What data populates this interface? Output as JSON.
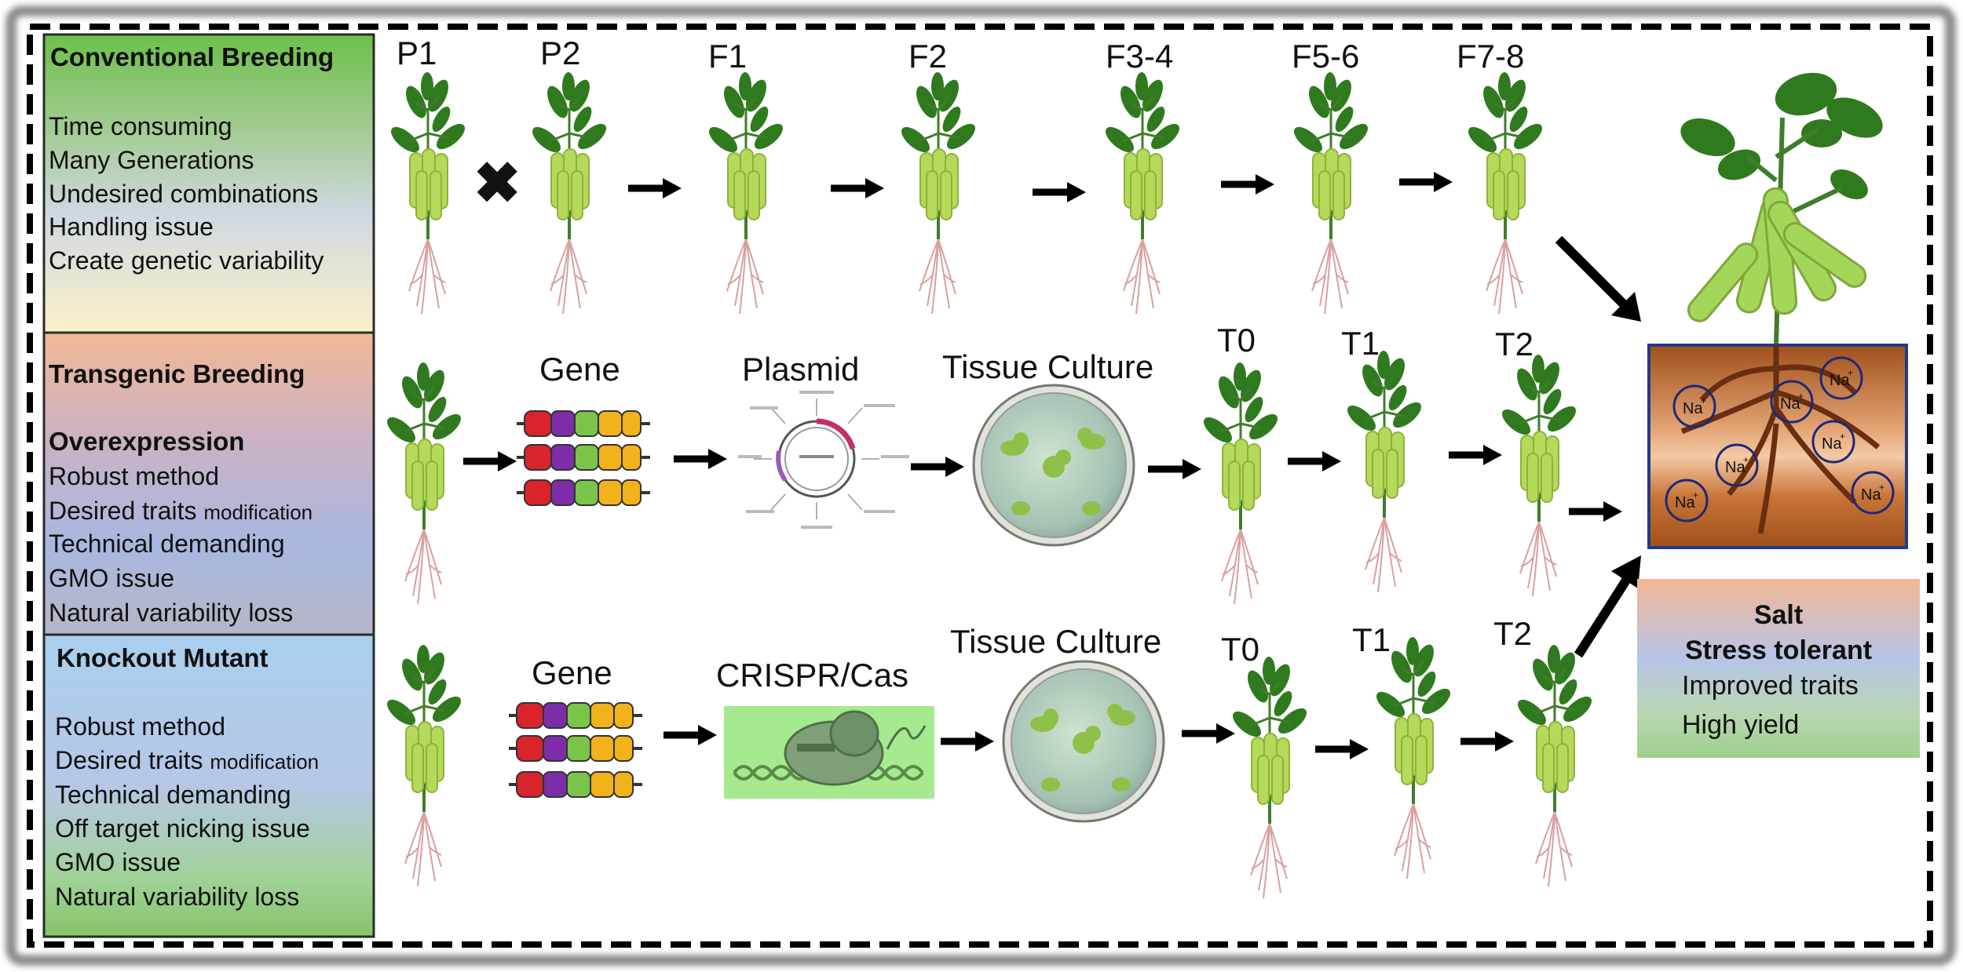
{
  "left_panels": [
    {
      "title": "Conventional Breeding",
      "items": [
        "Time  consuming",
        "Many Generations",
        "Undesired combinations",
        "Handling issue",
        "Create genetic variability"
      ]
    },
    {
      "title": "Transgenic Breeding",
      "subtitle": "Overexpression",
      "items": [
        "Robust method",
        "Desired traits",
        "Technical demanding",
        "GMO  issue",
        "Natural variability loss"
      ],
      "item_suffix": "modification"
    },
    {
      "title": "Knockout Mutant",
      "items": [
        "Robust method",
        "Desired traits",
        "Technical demanding",
        "Off target nicking issue",
        "GMO  issue",
        "Natural variability loss"
      ],
      "item_suffix": "modification"
    }
  ],
  "row1": {
    "labels": [
      "P1",
      "P2",
      "F1",
      "F2",
      "F3-4",
      "F5-6",
      "F7-8"
    ],
    "cross_symbol": "✖"
  },
  "row2": {
    "gene": "Gene",
    "plasmid": "Plasmid",
    "tissue_culture": "Tissue Culture",
    "labels": [
      "T0",
      "T1",
      "T2"
    ]
  },
  "row3": {
    "gene": "Gene",
    "crispr": "CRISPR/Cas",
    "tissue_culture": "Tissue Culture",
    "labels": [
      "T0",
      "T1",
      "T2"
    ]
  },
  "soil": {
    "ion": "Na",
    "ion_charge": "+"
  },
  "result": {
    "line1": "Salt",
    "line2": "Stress tolerant",
    "line3": "Improved traits",
    "line4": "High yield"
  },
  "colors": {
    "arrow": "#000000",
    "leaf": "#2f7a1e",
    "pod": "#b5d95a",
    "root": "#d9a0a0",
    "soil": "#a9531e",
    "panel_border": "#2a2a2a"
  },
  "icons": {
    "cross": "cross-icon",
    "arrow": "arrow-icon",
    "plant": "soybean-plant-icon",
    "petri": "petri-dish-icon",
    "plasmid": "plasmid-map-icon",
    "crispr": "crispr-cas-icon"
  }
}
